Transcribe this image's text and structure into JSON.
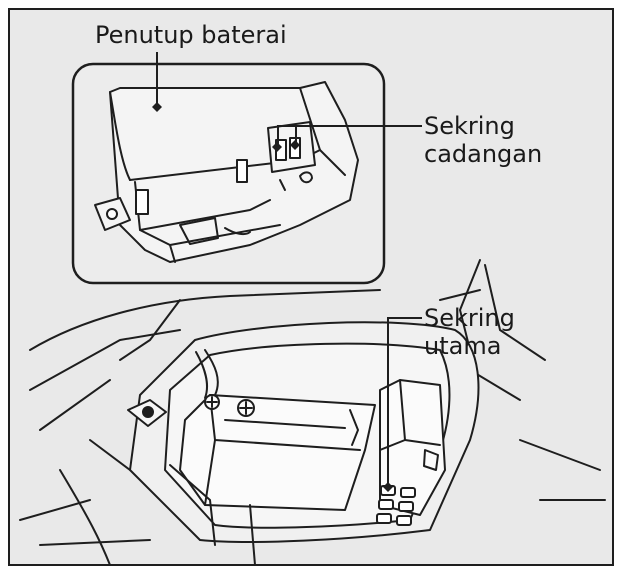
{
  "labels": {
    "battery_cover": "Penutup baterai",
    "spare_fuse_line1": "Sekring",
    "spare_fuse_line2": "cadangan",
    "main_fuse_line1": "Sekring",
    "main_fuse_line2": "utama"
  },
  "colors": {
    "background": "#e9e9e9",
    "line": "#1e1e1e",
    "inset_fill": "#ececec",
    "part_fill": "#f4f4f4"
  }
}
